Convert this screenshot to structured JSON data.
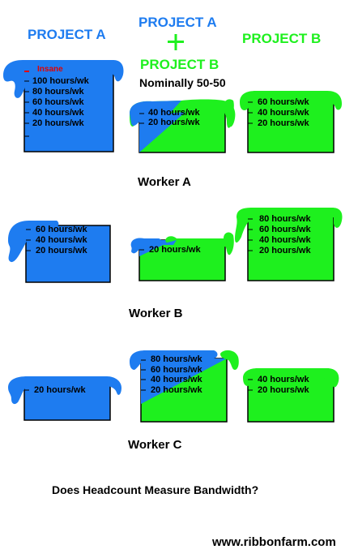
{
  "colors": {
    "project_a": "#1e7cf0",
    "project_b": "#1ef01e",
    "outline": "#000000",
    "insane": "#e00000"
  },
  "headers": {
    "project_a": "PROJECT A",
    "combined_top": "PROJECT A",
    "plus": "+",
    "combined_bottom": "PROJECT B",
    "combined_note": "Nominally 50-50",
    "project_b": "PROJECT B"
  },
  "labels": {
    "insane": "Insane",
    "h100": "100 hours/wk",
    "h80": "80 hours/wk",
    "h60": "60 hours/wk",
    "h40": "40 hours/wk",
    "h20": "20 hours/wk",
    "h80_overflow": "80 hours/wk"
  },
  "workers": {
    "a": "Worker A",
    "b": "Worker B",
    "c": "Worker C"
  },
  "question": "Does Headcount Measure Bandwidth?",
  "credit": "www.ribbonfarm.com"
}
